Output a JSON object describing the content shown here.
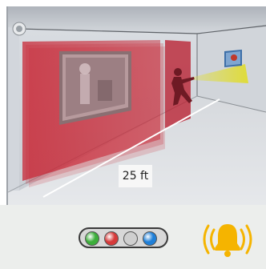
{
  "scene": {
    "distance_label": "25 ft"
  },
  "status_indicator": {
    "lamps": [
      {
        "name": "green",
        "color": "#3cae3a",
        "lit": true
      },
      {
        "name": "red",
        "color": "#d63a3a",
        "lit": true
      },
      {
        "name": "gray",
        "color": "#cfcfcf",
        "lit": false
      },
      {
        "name": "blue",
        "color": "#1f7fd8",
        "lit": true
      }
    ]
  },
  "alarm": {
    "icon": "alarm-bell-icon",
    "color": "#f5b400"
  },
  "colors": {
    "zone": "#c8202f",
    "camera_fov": "#e0dc30",
    "panel_bg": "#eceeec"
  }
}
